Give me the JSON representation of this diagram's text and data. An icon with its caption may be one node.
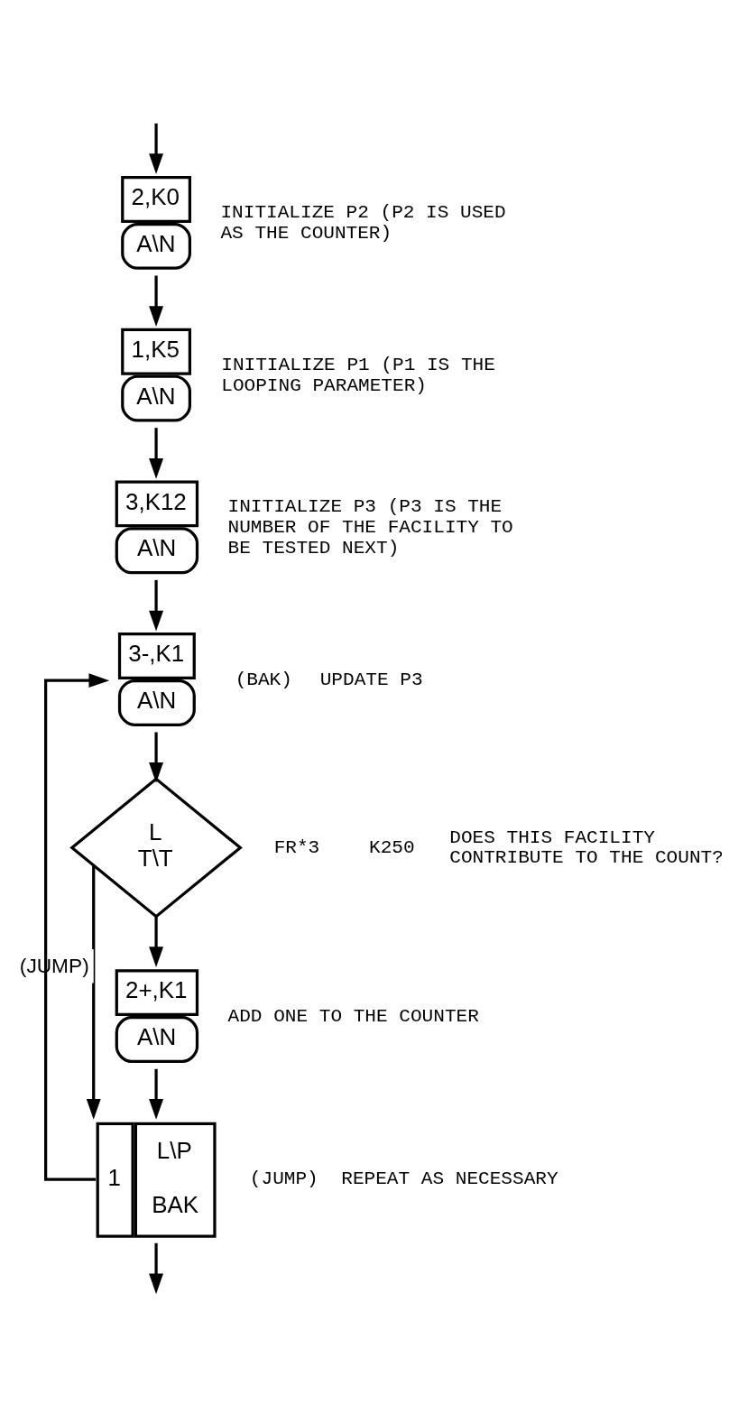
{
  "diagram": {
    "nodes": [
      {
        "text": [
          "2,K0",
          "A\\N"
        ],
        "beside": [
          "INITIALIZE P2 (P2 IS USED AS THE COUNTER)"
        ]
      },
      {
        "text": [
          "1,K5",
          "A\\N"
        ],
        "beside": [
          "INITIALIZE P1 (P1 IS THE LOOPING PARAMETER)"
        ]
      },
      {
        "text": [
          "3,K12",
          "A\\N"
        ],
        "beside": [
          "INITIALIZE P3 (P3 IS THE NUMBER OF THE FACILITY TO BE TESTED NEXT)"
        ]
      },
      {
        "text": [
          "3-,K1",
          "A\\N"
        ],
        "beside": [
          "(BAK)",
          "UPDATE P3"
        ]
      },
      {
        "text": [
          "L",
          "T\\T"
        ],
        "beside": [
          "FR*3",
          "K250",
          "DOES THIS FACILITY CONTRIBUTE TO THE COUNT?"
        ]
      },
      {
        "text": [
          "2+,K1",
          "A\\N"
        ],
        "beside": [
          "ADD ONE TO THE COUNTER"
        ]
      },
      {
        "text": [
          "1",
          "L\\P",
          "BAK"
        ],
        "beside": [
          "(JUMP)",
          "REPEAT AS NECESSARY"
        ]
      }
    ],
    "edges": [
      {
        "from": null,
        "to": 0,
        "arrow": "to"
      },
      {
        "from": 0,
        "to": 1,
        "arrow": "to"
      },
      {
        "from": 1,
        "to": 2,
        "arrow": "to"
      },
      {
        "from": 2,
        "to": 3,
        "arrow": "to"
      },
      {
        "from": 3,
        "to": 4,
        "arrow": "to"
      },
      {
        "from": 4,
        "to": 5,
        "arrow": "to"
      },
      {
        "from": 4,
        "to": 6,
        "arrow": "to",
        "label": "(JUMP)"
      },
      {
        "from": 5,
        "to": 6,
        "arrow": "to"
      },
      {
        "from": 6,
        "to": 3,
        "arrow": "to"
      },
      {
        "from": 6,
        "to": null,
        "arrow": "to"
      }
    ]
  }
}
